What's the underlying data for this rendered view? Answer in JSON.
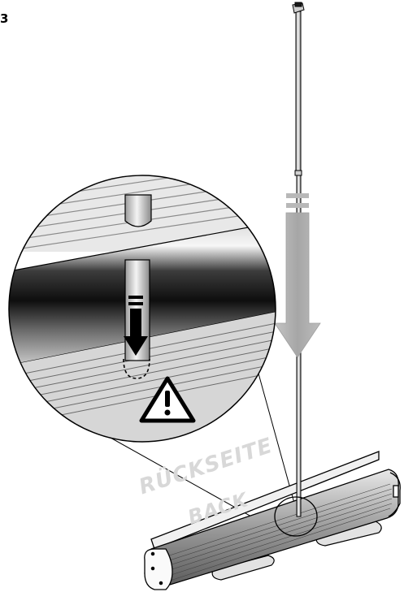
{
  "step": {
    "label": "3"
  },
  "back_label": {
    "line1": "RÜCKSEITE",
    "line2": "BACK"
  },
  "icons": {
    "warning": "warning-triangle-icon",
    "arrow": "down-arrow-icon"
  },
  "colors": {
    "outline": "#000000",
    "arrow_gray": "#b0b0b0",
    "watermark": "#d8d8d8",
    "metal_light": "#e6e6e6",
    "metal_dark": "#1a1a1a"
  }
}
